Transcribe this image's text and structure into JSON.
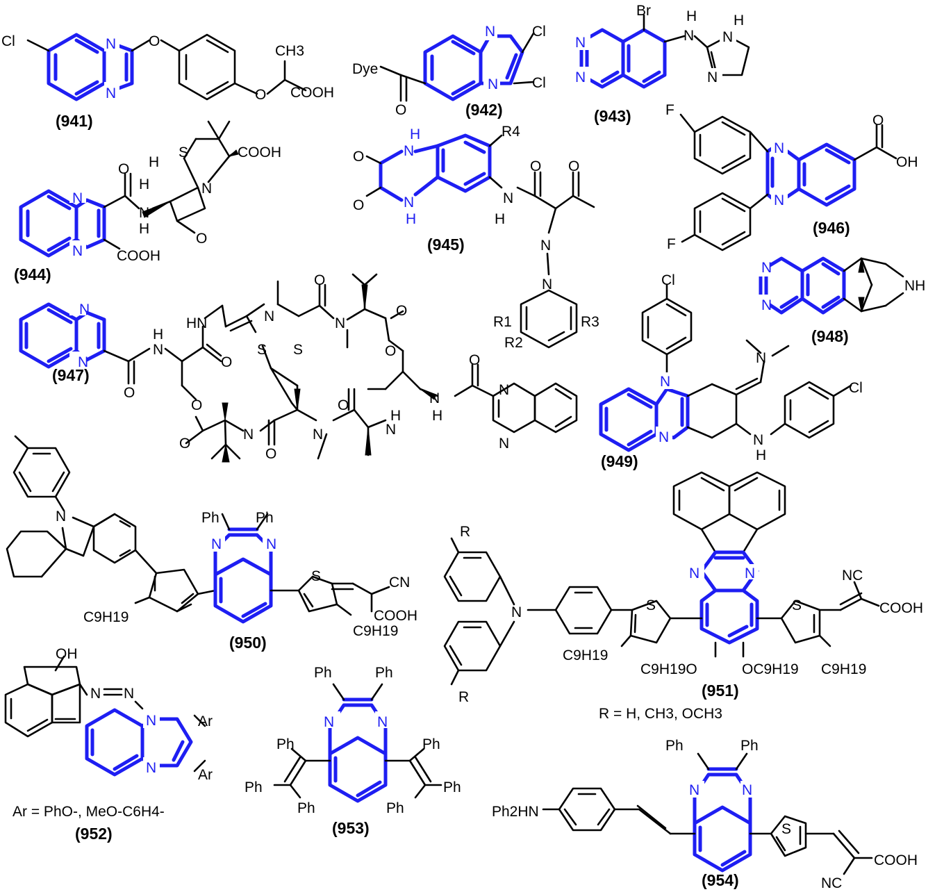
{
  "colors": {
    "quinoxaline_core": "#1e1ef2",
    "bonds": "#000000",
    "background": "#ffffff"
  },
  "compounds": {
    "c941": {
      "id": "(941)",
      "atoms": [
        "Cl",
        "N",
        "N",
        "O",
        "O",
        "CH3",
        "COOH"
      ]
    },
    "c942": {
      "id": "(942)",
      "atoms": [
        "Dye",
        "O",
        "N",
        "N",
        "Cl",
        "Cl"
      ]
    },
    "c943": {
      "id": "(943)",
      "atoms": [
        "Br",
        "N",
        "N",
        "H",
        "N",
        "N",
        "N",
        "H"
      ]
    },
    "c944": {
      "id": "(944)",
      "atoms": [
        "N",
        "N",
        "COOH",
        "O",
        "N",
        "H",
        "H",
        "H",
        "S",
        "COOH",
        "N",
        "O"
      ]
    },
    "c945": {
      "id": "(945)",
      "atoms": [
        "H",
        "N",
        "N",
        "H",
        "O",
        "O",
        "R4",
        "O",
        "O",
        "N",
        "H",
        "N",
        "N",
        "R1",
        "R2",
        "R3"
      ]
    },
    "c946": {
      "id": "(946)",
      "atoms": [
        "F",
        "F",
        "N",
        "N",
        "O",
        "OH"
      ]
    },
    "c947": {
      "id": "(947)",
      "atoms": [
        "N",
        "N",
        "O",
        "N",
        "H",
        "HN",
        "O",
        "N",
        "O",
        "N",
        "O",
        "O",
        "S",
        "S",
        "O",
        "O",
        "N",
        "O",
        "N",
        "O",
        "N",
        "H",
        "N",
        "H",
        "O",
        "N",
        "N"
      ]
    },
    "c948": {
      "id": "(948)",
      "atoms": [
        "N",
        "N",
        "NH"
      ]
    },
    "c949": {
      "id": "(949)",
      "atoms": [
        "Cl",
        "N",
        "N",
        "N",
        "N",
        "H",
        "Cl"
      ]
    },
    "c950": {
      "id": "(950)",
      "atoms": [
        "N",
        "Ph",
        "Ph",
        "N",
        "N",
        "S",
        "CN",
        "COOH",
        "C9H19",
        "C9H19"
      ]
    },
    "c951": {
      "id": "(951)",
      "atoms": [
        "R",
        "R",
        "N",
        "S",
        "N",
        "N",
        "S",
        "NC",
        "COOH",
        "C9H19",
        "C9H19O",
        "OC9H19",
        "C9H19"
      ],
      "note": "R = H, CH3, OCH3"
    },
    "c952": {
      "id": "(952)",
      "atoms": [
        "OH",
        "N",
        "N",
        "N",
        "N",
        "Ar",
        "Ar"
      ],
      "note": "Ar = PhO-, MeO-C6H4-"
    },
    "c953": {
      "id": "(953)",
      "atoms": [
        "Ph",
        "Ph",
        "N",
        "N",
        "Ph",
        "Ph",
        "Ph",
        "Ph",
        "Ph",
        "Ph"
      ]
    },
    "c954": {
      "id": "(954)",
      "atoms": [
        "Ph",
        "Ph",
        "N",
        "N",
        "Ph2HN",
        "S",
        "COOH",
        "NC"
      ]
    }
  }
}
